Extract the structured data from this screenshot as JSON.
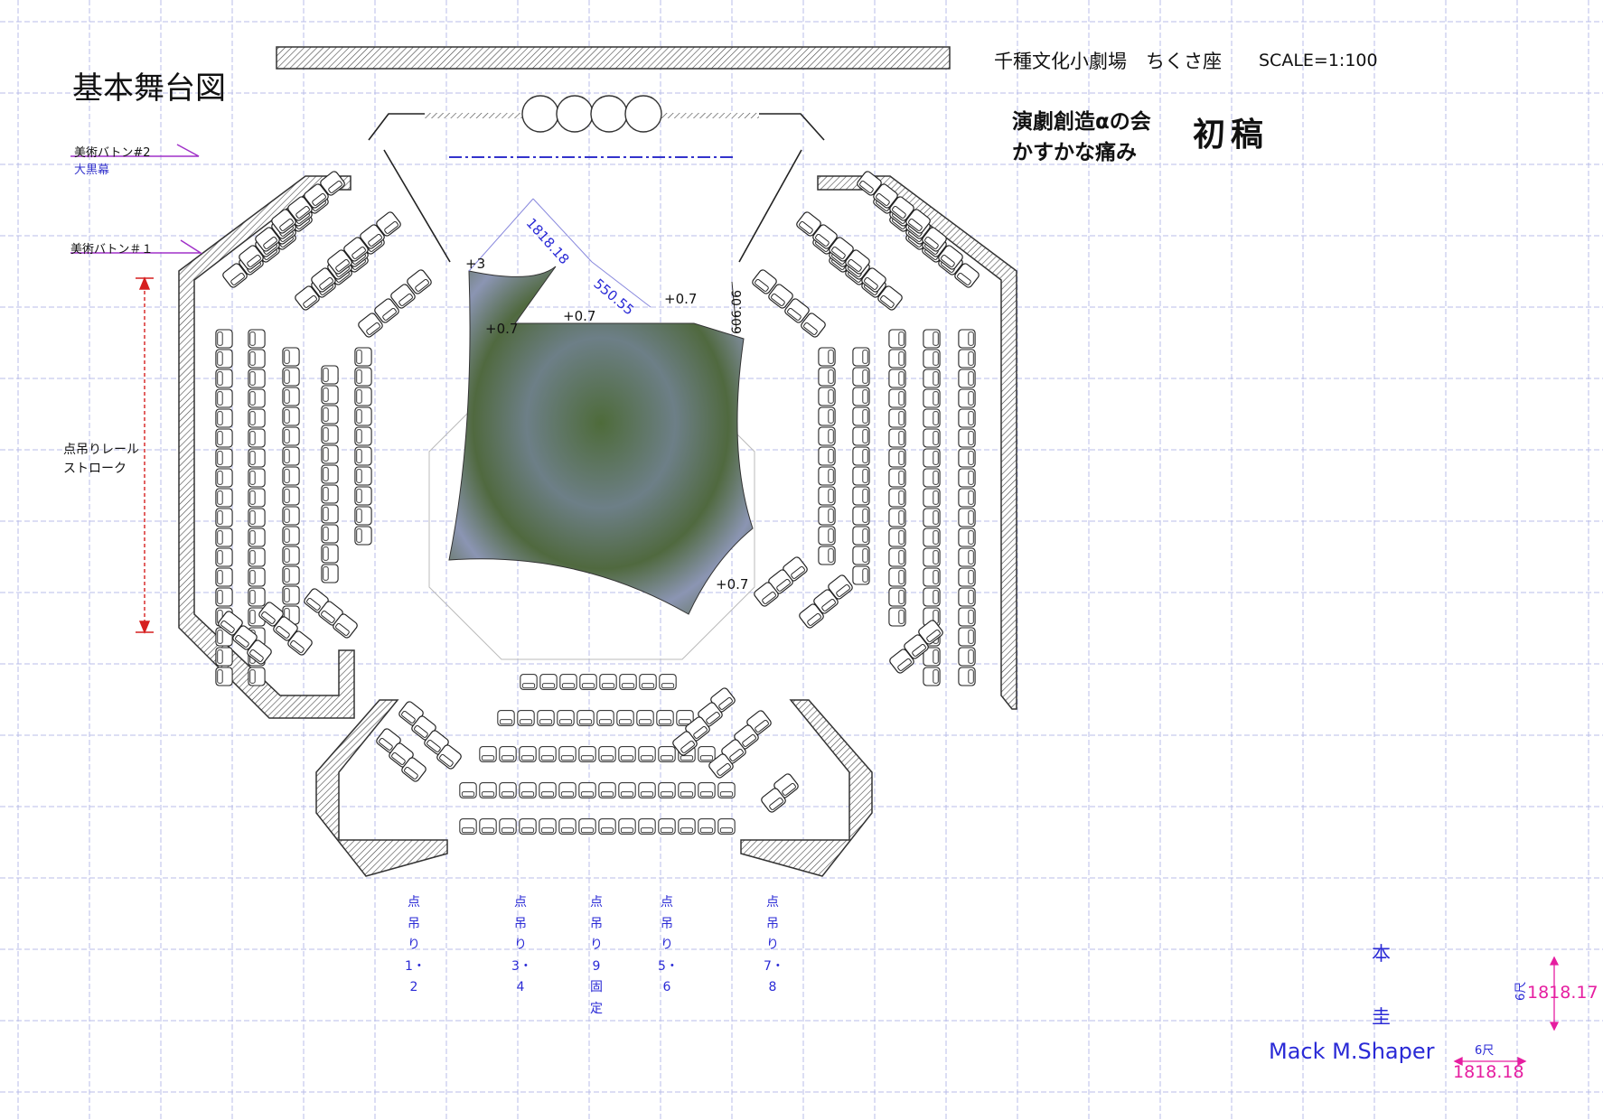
{
  "title": "基本舞台図",
  "header": {
    "venue": "千種文化小劇場　ちくさ座",
    "scale": "SCALE=1:100"
  },
  "production": {
    "company": "演劇創造αの会",
    "play": "かすかな痛み",
    "draft": "初稿"
  },
  "battens": {
    "batten2": "美術バトン#2",
    "batten2_sub": "大黒幕",
    "batten1": "美術バトン＃１"
  },
  "rail_stroke": {
    "line1": "点吊りレール",
    "line2": "ストローク"
  },
  "stage_dimensions": {
    "length": "1818.18",
    "width": "550.55",
    "offset": "606.06",
    "level_plus3": "+3",
    "level_a": "+0.7",
    "level_b": "+0.7",
    "level_c": "+0.7",
    "level_d": "+0.7"
  },
  "point_hangers": [
    "点吊り1・2",
    "点吊り3・4",
    "点吊り9固定",
    "点吊り5・6",
    "点吊り7・8"
  ],
  "signature": {
    "vertical_top": "本",
    "vertical_bottom": "圭",
    "name": "Mack M.Shaper"
  },
  "scale_legend": {
    "vertical_shaku": "6尺",
    "vertical_mm": "1818.17",
    "horizontal_shaku": "6尺",
    "horizontal_mm": "1818.18"
  },
  "colors": {
    "grid": "#b8bce8",
    "annotation": "#2a2ad6",
    "batten_line": "#a030c8",
    "dimension_magenta": "#e61ea0",
    "stroke_red": "#d61e1e",
    "wall": "#333333",
    "stage_floor": "#5a7048"
  }
}
